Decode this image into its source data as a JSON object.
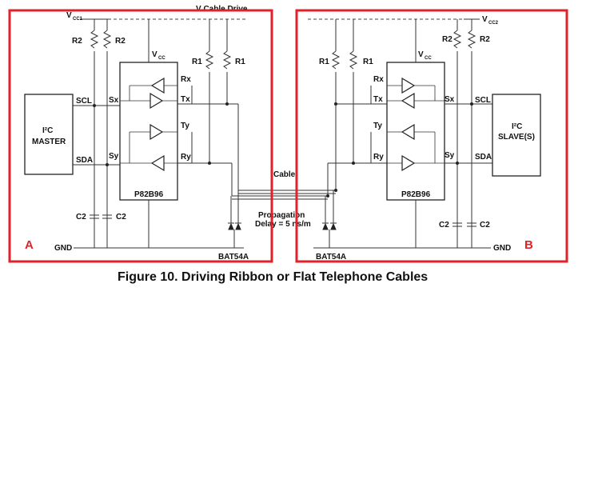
{
  "labels": {
    "v_cable_drive": "V Cable Drive",
    "vcc1": "V",
    "vcc1_sub": "CC1",
    "vcc2": "V",
    "vcc2_sub": "CC2",
    "vcc_a": "V",
    "vcc_a_sub": "CC",
    "vcc_b": "V",
    "vcc_b_sub": "CC",
    "r1": "R1",
    "r2": "R2",
    "c2": "C2",
    "scl": "SCL",
    "sda": "SDA",
    "sx": "Sx",
    "sy": "Sy",
    "rx": "Rx",
    "tx": "Tx",
    "ty": "Ty",
    "ry": "Ry",
    "chip": "P82B96",
    "master_line1": "I²C",
    "master_line2": "MASTER",
    "slave_line1": "I²C",
    "slave_line2": "SLAVE(S)",
    "gnd": "GND",
    "cable": "Cable",
    "prop_line1": "Propagation",
    "prop_line2": "Delay = 5 ns/m",
    "diode": "BAT54A",
    "marker_a": "A",
    "marker_b": "B"
  },
  "caption": "Figure 10.  Driving Ribbon or Flat Telephone Cables",
  "colors": {
    "highlight": "#e0222b",
    "ink": "#222222"
  }
}
